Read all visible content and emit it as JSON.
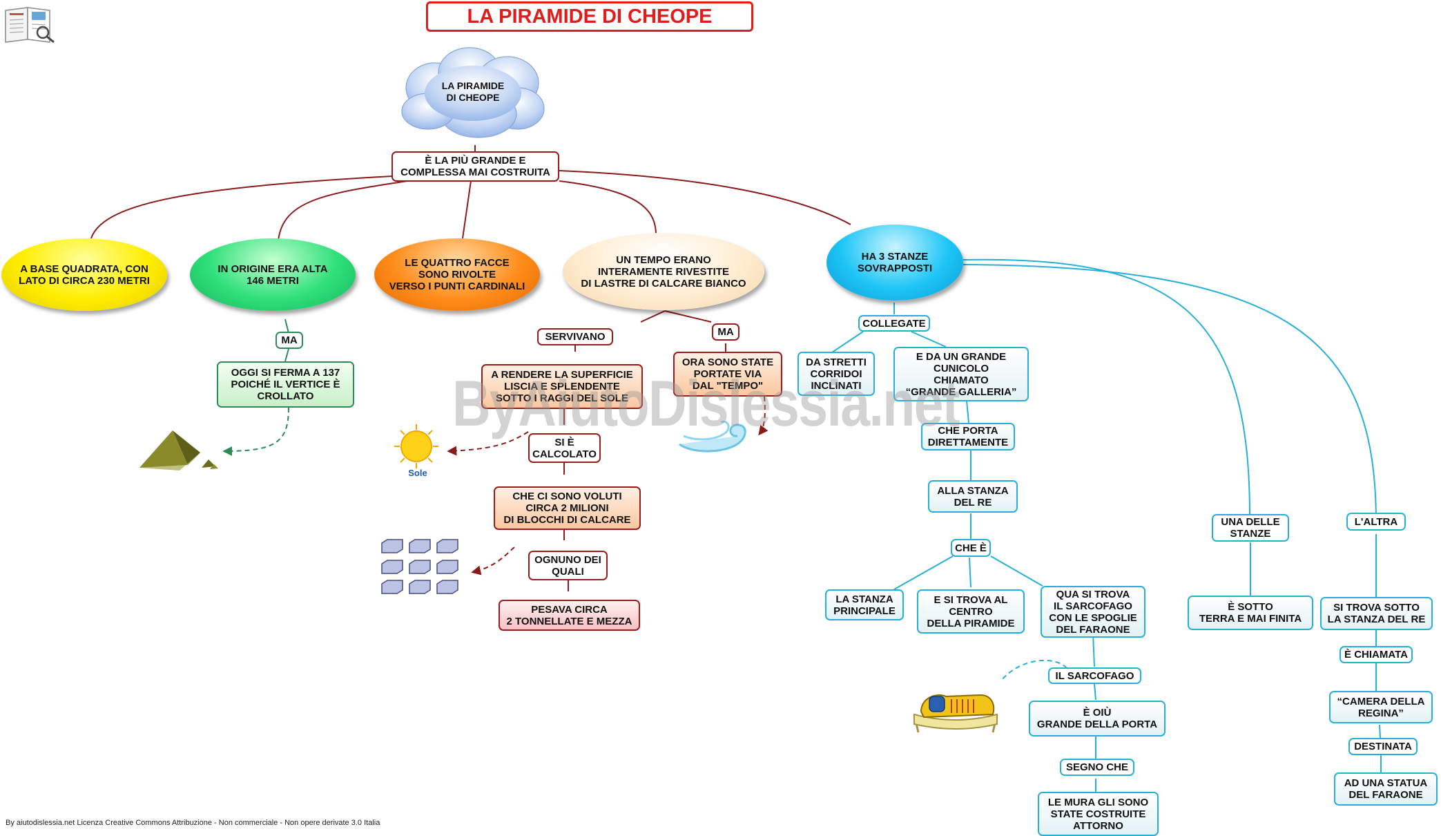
{
  "title": "LA PIRAMIDE DI CHEOPE",
  "cloud": "LA PIRAMIDE\nDI CHEOPE",
  "watermark": "ByAiutoDislessia.net",
  "license": "By aiutodislessia.net Licenza Creative Commons Attribuzione - Non commerciale - Non opere derivate 3.0 Italia",
  "sun_label": "Sole",
  "nodes": {
    "root": "È LA PIÙ GRANDE E\nCOMPLESSA MAI COSTRUITA",
    "base": "A BASE QUADRATA, CON\nLATO DI CIRCA 230 METRI",
    "origine": "IN ORIGINE ERA ALTA\n146 METRI",
    "facce": "LE  QUATTRO  FACCE\nSONO  RIVOLTE\nVERSO I PUNTI CARDINALI",
    "tempo": "UN TEMPO ERANO\nINTERAMENTE RIVESTITE\nDI LASTRE DI CALCARE BIANCO",
    "stanze": "HA 3 STANZE\nSOVRAPPOSTI",
    "ma1": "MA",
    "oggi": "OGGI SI FERMA A 137\nPOICHÉ IL VERTICE È\nCROLLATO",
    "servivano": "SERVIVANO",
    "ma2": "MA",
    "rendere": "A RENDERE LA SUPERFICIE\nLISCIA E SPLENDENTE\nSOTTO I RAGGI DEL SOLE",
    "ora": "ORA SONO STATE\nPORTATE VIA\nDAL \"TEMPO\"",
    "calcolato": "SI È\nCALCOLATO",
    "milioni": "CHE CI SONO VOLUTI\nCIRCA 2 MILIONI\nDI BLOCCHI DI CALCARE",
    "ognuno": "OGNUNO DEI\nQUALI",
    "pesava": "PESAVA CIRCA\n2 TONNELLATE E MEZZA",
    "collegate": "COLLEGATE",
    "corridoi": "DA STRETTI\nCORRIDOI\nINCLINATI",
    "cunicolo": "E DA UN GRANDE\nCUNICOLO\nCHIAMATO\n“GRANDE  GALLERIA”",
    "porta": "CHE PORTA\nDIRETTAMENTE",
    "stanzare": "ALLA STANZA\nDEL RE",
    "chee": "CHE È",
    "principale": "LA STANZA\nPRINCIPALE",
    "centro": "E SI TROVA AL\nCENTRO\nDELLA PIRAMIDE",
    "sarcofago_q": "QUA SI TROVA\nIL SARCOFAGO\nCON LE SPOGLIE\nDEL FARAONE",
    "sarcofago": "IL SARCOFAGO",
    "oiu": "È OIÙ\nGRANDE DELLA PORTA",
    "segno": "SEGNO CHE",
    "mura": "LE MURA GLI SONO\nSTATE COSTRUITE\nATTORNO",
    "unadelle": "UNA DELLE\nSTANZE",
    "sotto": "È SOTTO\nTERRA E MAI FINITA",
    "laltra": "L'ALTRA",
    "sitrova": "SI TROVA SOTTO\nLA STANZA DEL RE",
    "chiamata": "È CHIAMATA",
    "camera": "“CAMERA DELLA\nREGINA”",
    "destinata": "DESTINATA",
    "statua": "AD UNA STATUA\nDEL FARAONE"
  },
  "colors": {
    "title": "#e31b1b",
    "link_red": "#8b1a1a",
    "link_green": "#2f8a5a",
    "link_blue": "#26b0d8"
  },
  "icons": [
    "book-icon",
    "cloud-shape",
    "pyramid-icon",
    "sun-icon",
    "stone-blocks-icon",
    "wind-icon",
    "sarcophagus-icon"
  ]
}
